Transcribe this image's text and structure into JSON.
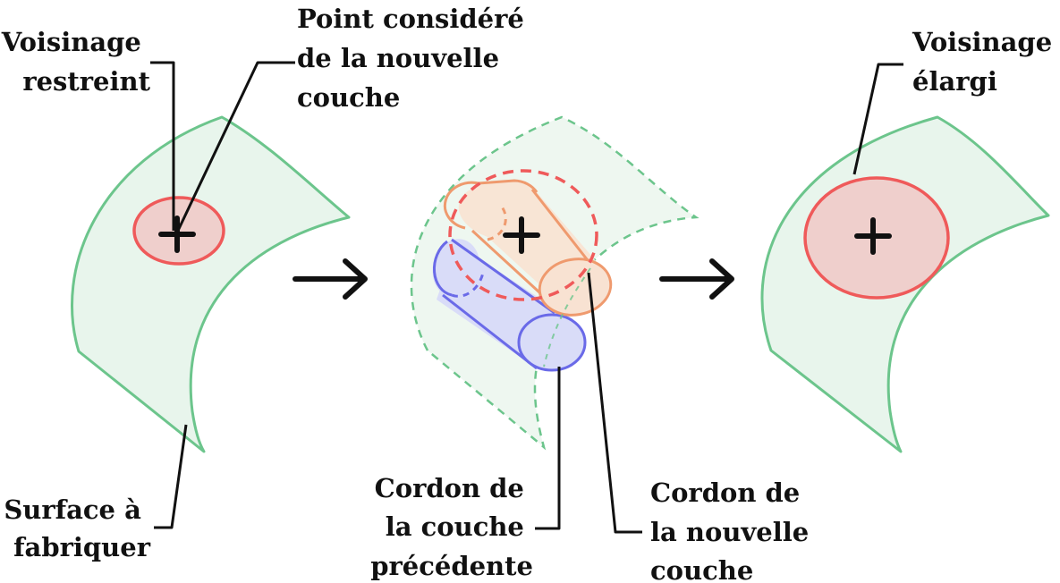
{
  "colors": {
    "surface_fill": "#e8f5ec",
    "surface_stroke": "#6cc58c",
    "neighborhood_fill": "#efcfcc",
    "neighborhood_stroke": "#ef5a5a",
    "previous_bead_fill": "#d9dcf8",
    "previous_bead_stroke": "#6a6ae8",
    "new_bead_fill": "#f8e2d2",
    "new_bead_stroke": "#ef9a6e",
    "ink": "#111111"
  },
  "labels": {
    "restricted_neighborhood": [
      "Voisinage",
      "restreint"
    ],
    "considered_point": [
      "Point considéré",
      "de la nouvelle",
      "couche"
    ],
    "surface": [
      "Surface à",
      "fabriquer"
    ],
    "previous_bead": [
      "Cordon de",
      "la couche",
      "précédente"
    ],
    "new_bead": [
      "Cordon de",
      "la nouvelle",
      "couche"
    ],
    "enlarged_neighborhood": [
      "Voisinage",
      "élargi"
    ]
  },
  "icons": {
    "point_marker": "plus-icon",
    "step_arrow": "arrow-right-icon"
  }
}
